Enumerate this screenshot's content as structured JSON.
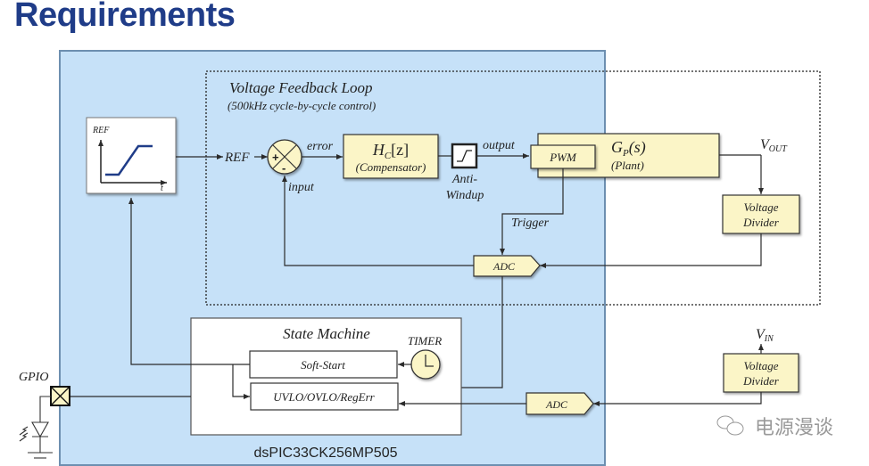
{
  "title": "Requirements",
  "chip": {
    "name": "dsPIC33CK256MP505"
  },
  "loop": {
    "title": "Voltage Feedback Loop",
    "subtitle": "(500kHz cycle-by-cycle control)"
  },
  "ref_block": {
    "y_label": "REF",
    "x_label": "t"
  },
  "signals": {
    "ref": "REF",
    "error": "error",
    "input": "input",
    "output": "output",
    "trigger": "Trigger",
    "vout_main": "V",
    "vout_sub": "OUT",
    "vin_main": "V",
    "vin_sub": "IN",
    "gpio": "GPIO",
    "timer": "TIMER"
  },
  "summer": {
    "plus": "+",
    "minus": "-"
  },
  "compensator": {
    "main": "H",
    "sub": "C",
    "arg": "[z]",
    "caption": "(Compensator)"
  },
  "anti_windup": {
    "line1": "Anti-",
    "line2": "Windup"
  },
  "plant": {
    "main": "G",
    "sub": "P",
    "arg": "(s)",
    "caption": "(Plant)"
  },
  "pwm": {
    "label": "PWM"
  },
  "adc": {
    "label": "ADC"
  },
  "divider": {
    "line1": "Voltage",
    "line2": "Divider"
  },
  "state_machine": {
    "title": "State Machine",
    "soft_start": "Soft-Start",
    "protection": "UVLO/OVLO/RegErr"
  },
  "watermark": {
    "text": "电源漫谈"
  },
  "colors": {
    "title": "#1f3c88",
    "chip_bg": "#c6e1f8",
    "block_fill": "#fbf5c7",
    "line": "#2b2b2b"
  }
}
